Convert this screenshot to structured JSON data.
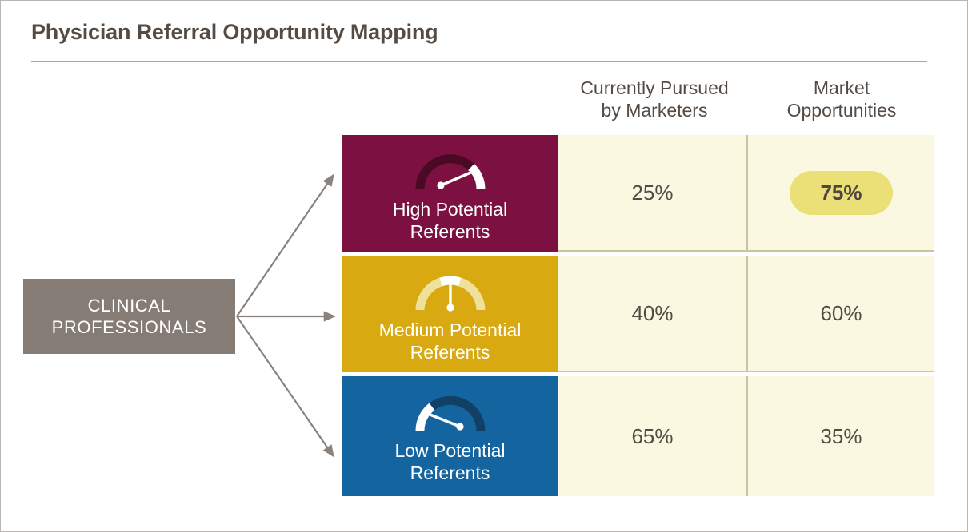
{
  "slide": {
    "title": "Physician Referral Opportunity Mapping",
    "source_label": "CLINICAL\nPROFESSIONALS",
    "source_label_line1": "CLINICAL",
    "source_label_line2": "PROFESSIONALS"
  },
  "columns": [
    {
      "id": "currently-pursued",
      "line1": "Currently Pursued",
      "line2": "by Marketers"
    },
    {
      "id": "market-opportunities",
      "line1": "Market",
      "line2": "Opportunities"
    }
  ],
  "rows": [
    {
      "id": "high-potential",
      "label_line1": "High Potential",
      "label_line2": "Referents",
      "color": "#7c1040",
      "gauge_icon": "gauge-high-icon",
      "gauge_level": "high",
      "currently_pursued": "25%",
      "market_opportunity": "75%",
      "market_opportunity_highlighted": true
    },
    {
      "id": "medium-potential",
      "label_line1": "Medium Potential",
      "label_line2": "Referents",
      "color": "#d8a911",
      "gauge_icon": "gauge-medium-icon",
      "gauge_level": "medium",
      "currently_pursued": "40%",
      "market_opportunity": "60%",
      "market_opportunity_highlighted": false
    },
    {
      "id": "low-potential",
      "label_line1": "Low Potential",
      "label_line2": "Referents",
      "color": "#14659f",
      "gauge_icon": "gauge-low-icon",
      "gauge_level": "low",
      "currently_pursued": "65%",
      "market_opportunity": "35%",
      "market_opportunity_highlighted": false
    }
  ],
  "colors": {
    "title_text": "#534b44",
    "source_box": "#857c76",
    "cream": "#faf8e0",
    "grid_line": "#c8c3a0",
    "highlight_pill": "#ebe077",
    "arrow": "#8a827c",
    "maroon": "#7c1040",
    "gold": "#d8a911",
    "blue": "#14659f"
  }
}
